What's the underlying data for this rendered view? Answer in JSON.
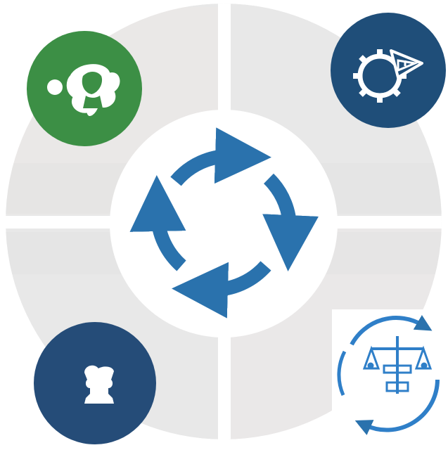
{
  "diagram": {
    "type": "circular-cycle",
    "center_icon": "cycle-arrows-icon",
    "quadrants": [
      {
        "position": "top-left",
        "icon": "people-group-icon",
        "color": "#3c8f45"
      },
      {
        "position": "top-right",
        "icon": "gear-warning-icon",
        "color": "#1f4e79"
      },
      {
        "position": "bottom-left",
        "icon": "person-icon",
        "color": "#254c78"
      },
      {
        "position": "bottom-right",
        "icon": "balance-scale-cycle-icon",
        "color": "#2f7fc8"
      }
    ],
    "colors": {
      "ring": "#e6e6e6",
      "ring_tint": "#f1e4e2",
      "center": "#ffffff",
      "arrow": "#2a72ad"
    }
  }
}
